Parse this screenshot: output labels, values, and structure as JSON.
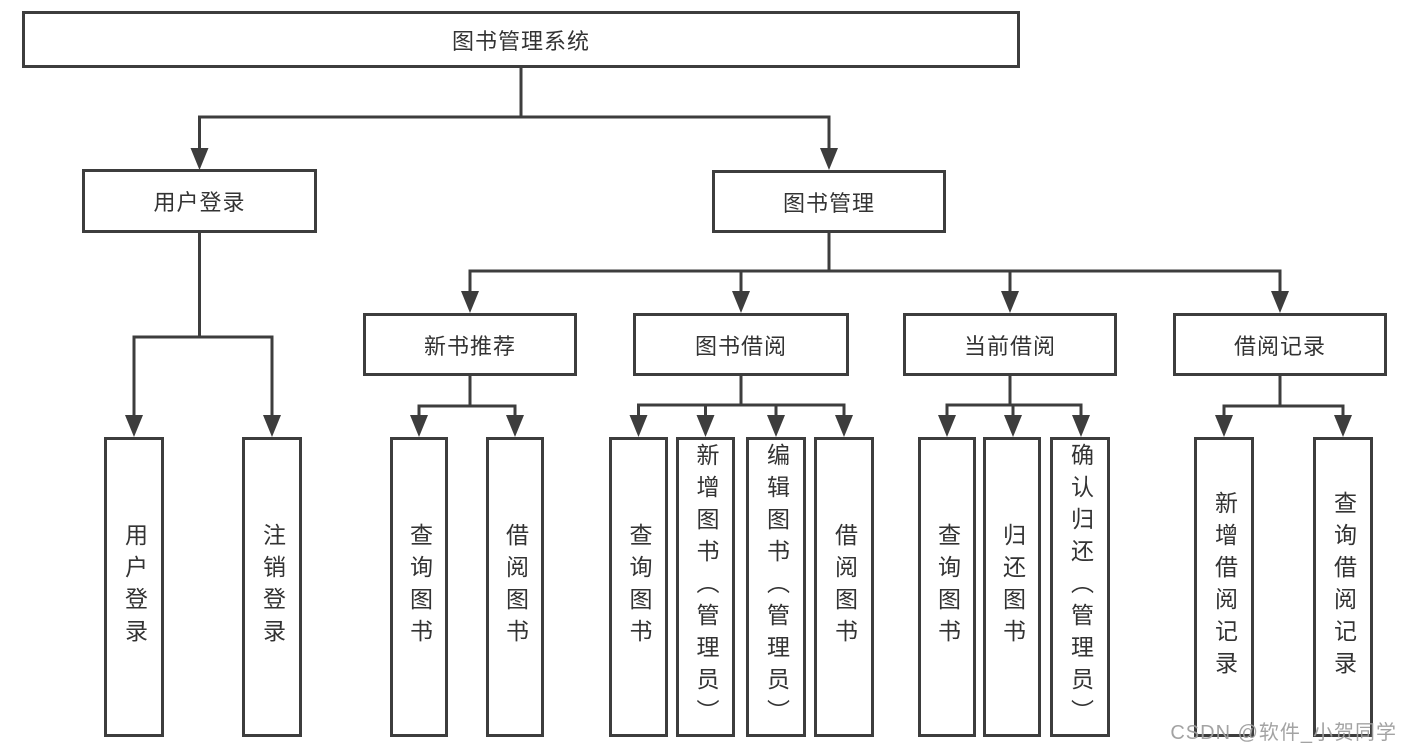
{
  "diagram": {
    "type": "hierarchy-tree",
    "orientation": "top-down",
    "colors": {
      "line": "#3d3d3d",
      "box_border": "#3d3d3d",
      "box_fill": "#ffffff",
      "text": "#333333",
      "watermark_text": "#9e9e9e",
      "background": "#ffffff"
    },
    "tree": {
      "root": {
        "label": "图书管理系统",
        "children": [
          "user_login",
          "book_management"
        ]
      },
      "user_login": {
        "label": "用户登录",
        "children": [
          "leaf_user_login",
          "leaf_logout"
        ]
      },
      "book_management": {
        "label": "图书管理",
        "children": [
          "new_book_rec",
          "book_borrow",
          "current_borrow",
          "borrow_records"
        ]
      },
      "new_book_rec": {
        "label": "新书推荐",
        "children": [
          "leaf_nbr_query",
          "leaf_nbr_borrow"
        ]
      },
      "book_borrow": {
        "label": "图书借阅",
        "children": [
          "leaf_bb_query",
          "leaf_bb_add",
          "leaf_bb_edit",
          "leaf_bb_borrow"
        ]
      },
      "current_borrow": {
        "label": "当前借阅",
        "children": [
          "leaf_cb_query",
          "leaf_cb_return",
          "leaf_cb_confirm"
        ]
      },
      "borrow_records": {
        "label": "借阅记录",
        "children": [
          "leaf_br_add",
          "leaf_br_query"
        ]
      },
      "leaf_user_login": {
        "label": "用户登录"
      },
      "leaf_logout": {
        "label": "注销登录"
      },
      "leaf_nbr_query": {
        "label": "查询图书"
      },
      "leaf_nbr_borrow": {
        "label": "借阅图书"
      },
      "leaf_bb_query": {
        "label": "查询图书"
      },
      "leaf_bb_add": {
        "label": "新增图书（管理员）"
      },
      "leaf_bb_edit": {
        "label": "编辑图书（管理员）"
      },
      "leaf_bb_borrow": {
        "label": "借阅图书"
      },
      "leaf_cb_query": {
        "label": "查询图书"
      },
      "leaf_cb_return": {
        "label": "归还图书"
      },
      "leaf_cb_confirm": {
        "label": "确认归还（管理员）"
      },
      "leaf_br_add": {
        "label": "新增借阅记录"
      },
      "leaf_br_query": {
        "label": "查询借阅记录"
      }
    },
    "watermark": "CSDN @软件_小贺同学"
  }
}
